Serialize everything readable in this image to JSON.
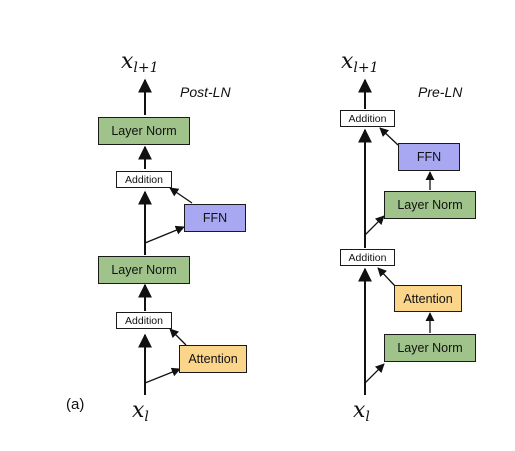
{
  "figure_label": "(a)",
  "post_ln": {
    "title": "Post-LN",
    "output_var": "x",
    "output_sub": "l+1",
    "input_var": "x",
    "input_sub": "l",
    "layer_norm_top": "Layer Norm",
    "addition_top": "Addition",
    "ffn": "FFN",
    "layer_norm_mid": "Layer Norm",
    "addition_bottom": "Addition",
    "attention": "Attention"
  },
  "pre_ln": {
    "title": "Pre-LN",
    "output_var": "x",
    "output_sub": "l+1",
    "input_var": "x",
    "input_sub": "l",
    "addition_top": "Addition",
    "ffn": "FFN",
    "layer_norm_upper": "Layer Norm",
    "addition_bottom": "Addition",
    "attention": "Attention",
    "layer_norm_lower": "Layer Norm"
  },
  "colors": {
    "layer_norm": "#9fc38a",
    "ffn": "#a7a7f2",
    "attention": "#fbd58a",
    "addition": "#ffffff",
    "stroke": "#1a1a1a"
  }
}
